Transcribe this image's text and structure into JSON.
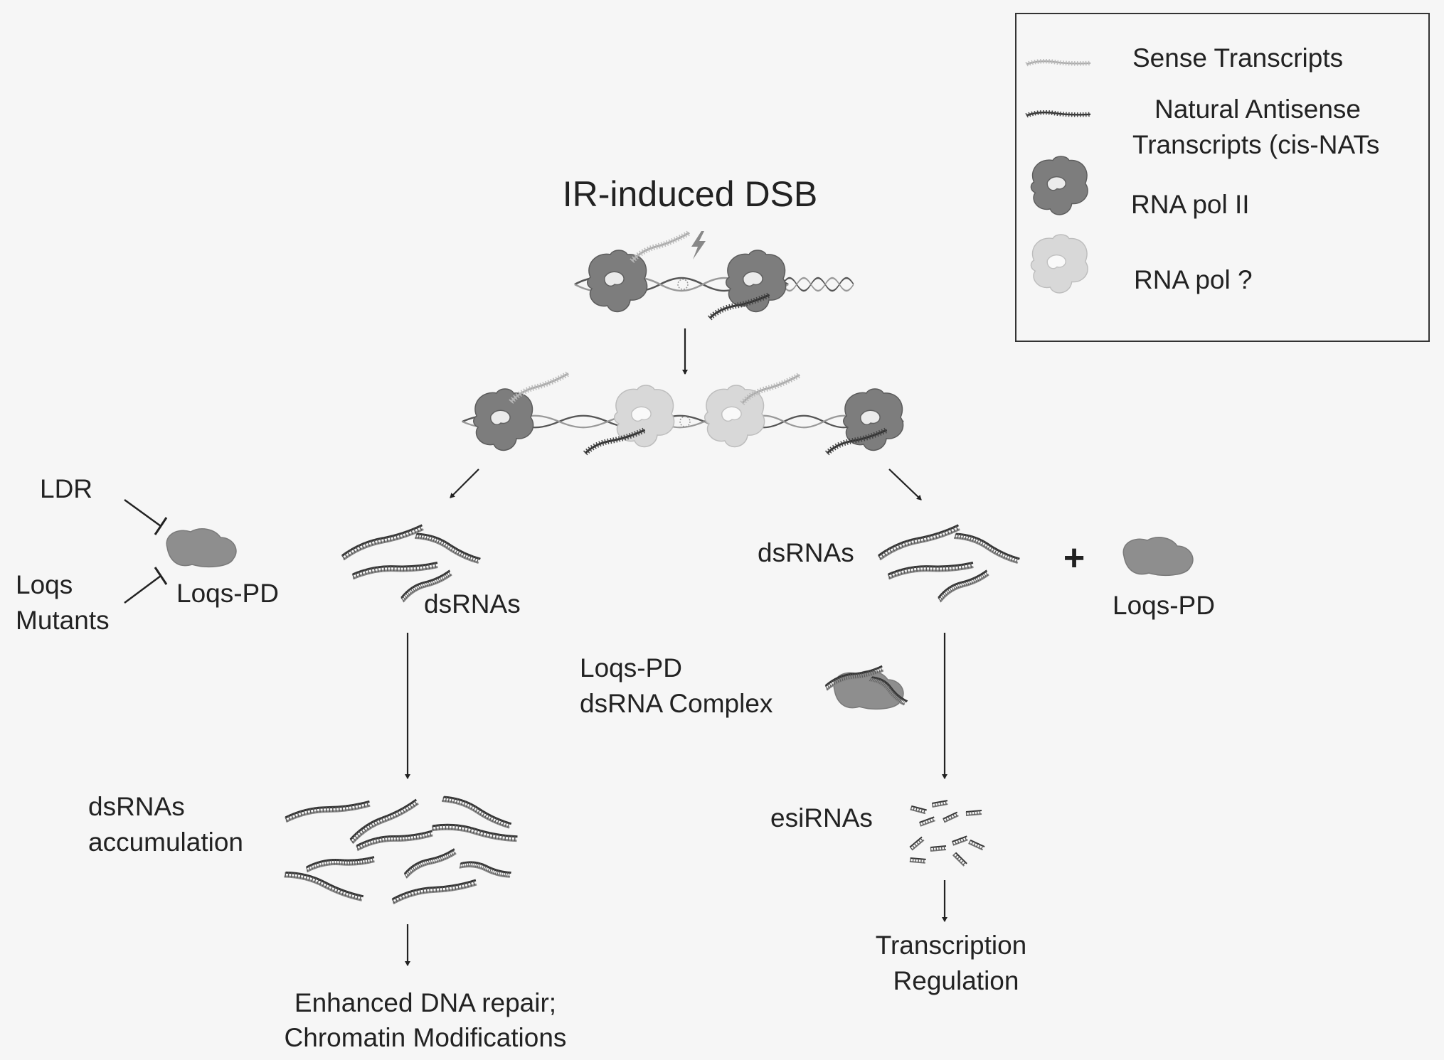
{
  "title": "IR-induced DSB",
  "legend": {
    "sense": "Sense Transcripts",
    "antisense_line1": "Natural Antisense",
    "antisense_line2": "Transcripts (cis-NATs",
    "pol2": "RNA pol II",
    "polq": "RNA pol ?"
  },
  "left": {
    "ldr": "LDR",
    "loqs_line1": "Loqs",
    "loqs_line2": "Mutants",
    "loqs_pd": "Loqs-PD",
    "dsrnas": "dsRNAs",
    "accum_line1": "dsRNAs",
    "accum_line2": "accumulation",
    "outcome_line1": "Enhanced DNA repair;",
    "outcome_line2": "Chromatin Modifications"
  },
  "right": {
    "dsrnas": "dsRNAs",
    "plus": "+",
    "loqs_pd": "Loqs-PD",
    "complex_line1": "Loqs-PD",
    "complex_line2": "dsRNA Complex",
    "esirnas": "esiRNAs",
    "outcome_line1": "Transcription",
    "outcome_line2": "Regulation"
  },
  "colors": {
    "pol2": "#7d7d7d",
    "polq": "#d8d8d8",
    "protein": "#8e8e8e",
    "line": "#222222"
  }
}
